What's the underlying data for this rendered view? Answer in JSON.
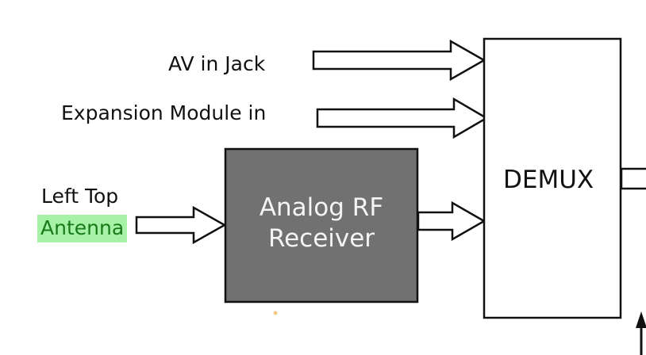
{
  "labels": {
    "av_in": "AV in Jack",
    "expansion_in": "Expansion Module in",
    "left_top": "Left Top",
    "antenna": "Antenna"
  },
  "blocks": {
    "rf_line1": "Analog RF",
    "rf_line2": "Receiver",
    "demux": "DEMUX"
  },
  "colors": {
    "rf_fill": "#717171",
    "antenna_highlight": "#a6f2a6",
    "antenna_text": "#1a7a1a"
  }
}
